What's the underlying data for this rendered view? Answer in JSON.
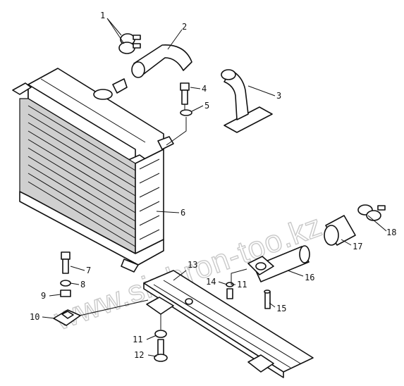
{
  "watermark": "www.sinhron-too.kz",
  "callouts": [
    {
      "id": "c1",
      "text": "1"
    },
    {
      "id": "c2",
      "text": "2"
    },
    {
      "id": "c3",
      "text": "3"
    },
    {
      "id": "c4",
      "text": "4"
    },
    {
      "id": "c5",
      "text": "5"
    },
    {
      "id": "c6",
      "text": "6"
    },
    {
      "id": "c7",
      "text": "7"
    },
    {
      "id": "c8",
      "text": "8"
    },
    {
      "id": "c9",
      "text": "9"
    },
    {
      "id": "c10",
      "text": "10"
    },
    {
      "id": "c11a",
      "text": "11"
    },
    {
      "id": "c11b",
      "text": "11"
    },
    {
      "id": "c12",
      "text": "12"
    },
    {
      "id": "c13",
      "text": "13"
    },
    {
      "id": "c14",
      "text": "14"
    },
    {
      "id": "c15",
      "text": "15"
    },
    {
      "id": "c16",
      "text": "16"
    },
    {
      "id": "c17",
      "text": "17"
    },
    {
      "id": "c18",
      "text": "18"
    }
  ]
}
